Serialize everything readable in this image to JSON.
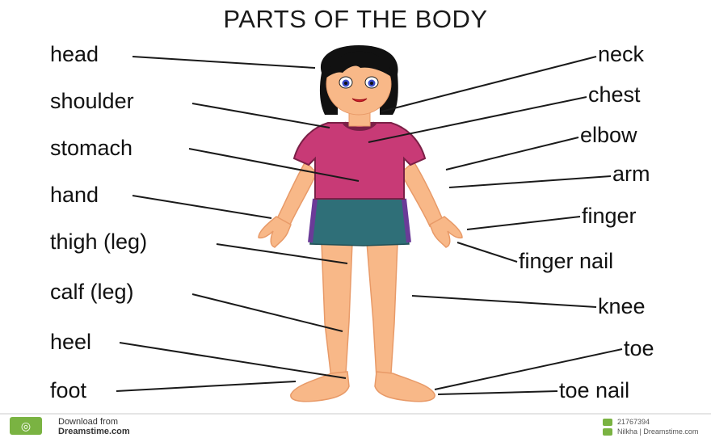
{
  "title": "PARTS OF THE BODY",
  "labels_left": [
    "head",
    "shoulder",
    "stomach",
    "hand",
    "thigh (leg)",
    "calf (leg)",
    "heel",
    "foot"
  ],
  "labels_right": [
    "neck",
    "chest",
    "elbow",
    "arm",
    "finger",
    "finger nail",
    "knee",
    "toe",
    "toe nail"
  ],
  "colors": {
    "skin": "#f8b888",
    "skin_shadow": "#e89a68",
    "hair": "#111111",
    "shirt": "#c83a76",
    "shirt_trim": "#7b2047",
    "shorts": "#2f6f78",
    "shorts_trim": "#6a3b98",
    "leader_line": "#1a1a1a",
    "footer_green": "#7ab342"
  },
  "footer": {
    "line1": "Download from",
    "line2": "Dreamstime.com",
    "image_id": "21767394",
    "credit": "Nilkha | Dreamstime.com"
  }
}
